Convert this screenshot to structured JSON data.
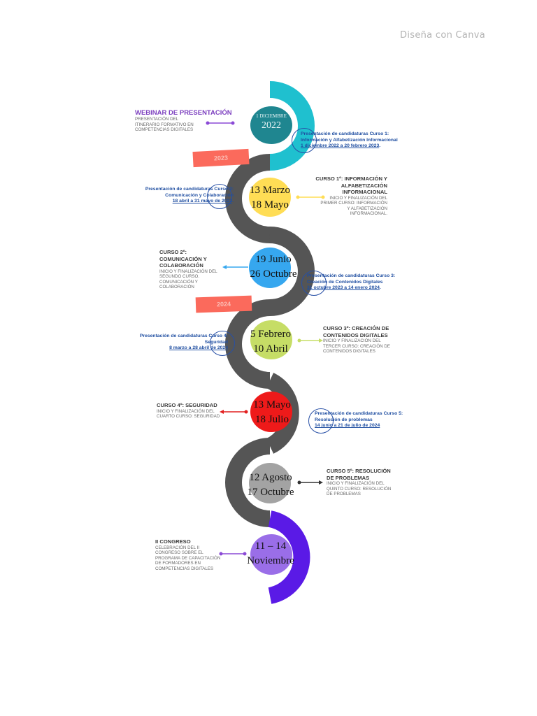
{
  "brand": "Diseña con Canva",
  "year_tags": [
    "2023",
    "2024"
  ],
  "first_node": {
    "top": "1 DICIEMBRE",
    "year": "2022"
  },
  "webinar": {
    "title": "WEBINAR DE PRESENTACIÓN",
    "desc": [
      "PRESENTACIÓN DEL",
      "ITINERARIO FORMATIVO EN",
      "COMPETENCIAS DIGITALES"
    ]
  },
  "nodes": [
    {
      "lines": [
        "13 Marzo",
        "18 Mayo"
      ],
      "color": "#ffdd55"
    },
    {
      "lines": [
        "19 Junio",
        "26 Octubre"
      ],
      "color": "#36a7ef"
    },
    {
      "lines": [
        "5 Febrero",
        "10 Abril"
      ],
      "color": "#c6dd66"
    },
    {
      "lines": [
        "13 Mayo",
        "18 Julio"
      ],
      "color": "#ee1a1a"
    },
    {
      "lines": [
        "12 Agosto",
        "17 Octubre"
      ],
      "color": "#a3a3a3"
    },
    {
      "lines": [
        "11 – 14",
        "Noviembre"
      ],
      "color": "#9a6ee8"
    }
  ],
  "courses": [
    {
      "title": [
        "CURSO 1º: INFORMACIÓN Y",
        "ALFABETIZACIÓN",
        "INFORMACIONAL"
      ],
      "desc": [
        "INICIO Y FINALIZACIÓN DEL",
        "PRIMER CURSO: INFORMACIÓN",
        "Y ALFABETIZACIÓN",
        "INFORMACIONAL."
      ]
    },
    {
      "title": [
        "CURSO 2º:",
        "COMUNICACIÓN Y",
        "COLABORACIÓN"
      ],
      "desc": [
        "INICIO Y FINALIZACIÓN DEL",
        "SEGUNDO CURSO.",
        "COMUNICACIÓN Y",
        "COLABORACIÓN"
      ]
    },
    {
      "title": [
        "CURSO 3º: CREACIÓN DE",
        "CONTENIDOS DIGITALES"
      ],
      "desc": [
        "INICIO Y FINALIZACIÓN DEL",
        "TERCER CURSO: CREACIÓN DE",
        "CONTENIDOS DIGITALES"
      ]
    },
    {
      "title": [
        "CURSO 4º: SEGURIDAD"
      ],
      "desc": [
        "INICIO Y FINALIZACIÓN DEL",
        "CUARTO CURSO: SEGURIDAD"
      ]
    },
    {
      "title": [
        "CURSO 5º: RESOLUCIÓN",
        "DE PROBLEMAS"
      ],
      "desc": [
        "INICIO Y FINALIZACIÓN DEL",
        "QUINTO CURSO: RESOLUCIÓN",
        "DE PROBLEMAS"
      ]
    }
  ],
  "congreso": {
    "title": "II CONGRESO",
    "desc": [
      "CELEBRACIÓN DEL II",
      "CONGRESO SOBRE EL",
      "PROGRAMA DE CAPACITACIÓN",
      "DE FORMADORES EN",
      "COMPETENCIAS DIGITALES"
    ]
  },
  "candidaturas": [
    {
      "title": [
        "Presentación de candidaturas Curso 1:",
        "Información y Alfabetización Informacional"
      ],
      "dates": "1 diciembre 2022 a 20 febrero 2023",
      "suffix": "."
    },
    {
      "title": [
        "Presentación de candidaturas Curso 2:",
        "Comunicación y Colaboración"
      ],
      "dates": "18 abril a 31 mayo de 2023",
      "suffix": "."
    },
    {
      "title": [
        "Presentación de candidaturas Curso 3:",
        "Creación de Contenidos Digitales"
      ],
      "dates": "31 octubre 2023 a 14 enero 2024",
      "suffix": "."
    },
    {
      "title": [
        "Presentación de candidaturas Curso 4:",
        "Seguridad"
      ],
      "dates": "8 marzo a 28 abril de 2024",
      "suffix": ""
    },
    {
      "title": [
        "Presentación de candidaturas Curso 5:",
        "Resolución de problemas"
      ],
      "dates": "14 junio a 21 de julio de 2024",
      "suffix": ""
    }
  ],
  "colors": {
    "track": "#555555",
    "top_arc": "#1fc0cf",
    "bottom_arc": "#5a1ae6",
    "first_node": "#1f8690",
    "tag": "#fb6a5c",
    "link": "#1f4ea1"
  }
}
